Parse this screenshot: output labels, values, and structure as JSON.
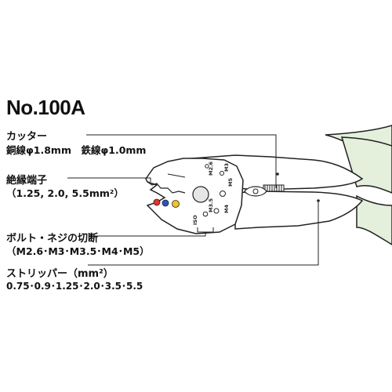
{
  "title": "No.100A",
  "cutter": {
    "label": "カッター",
    "spec": "銅線φ1.8mm　鉄線φ1.0mm"
  },
  "terminal": {
    "label": "絶縁端子",
    "spec": "（1.25, 2.0, 5.5mm²）"
  },
  "bolt": {
    "label": "ボルト・ネジの切断",
    "spec": "（M2.6･M3･M3.5･M4･M5）"
  },
  "stripper": {
    "label": "ストリッパー（mm²）",
    "spec": "0.75･0.9･1.25･2.0･3.5･5.5"
  },
  "tool_markings": {
    "m26": "M2.6",
    "m3": "M3",
    "m5": "M5",
    "m35": "M3.5",
    "m4": "M4",
    "iso": "ISO"
  },
  "colors": {
    "handle": "#e4efdc",
    "outline": "#222222",
    "red": "#e8332a",
    "blue": "#2a54c4",
    "yellow": "#f2c32a"
  }
}
